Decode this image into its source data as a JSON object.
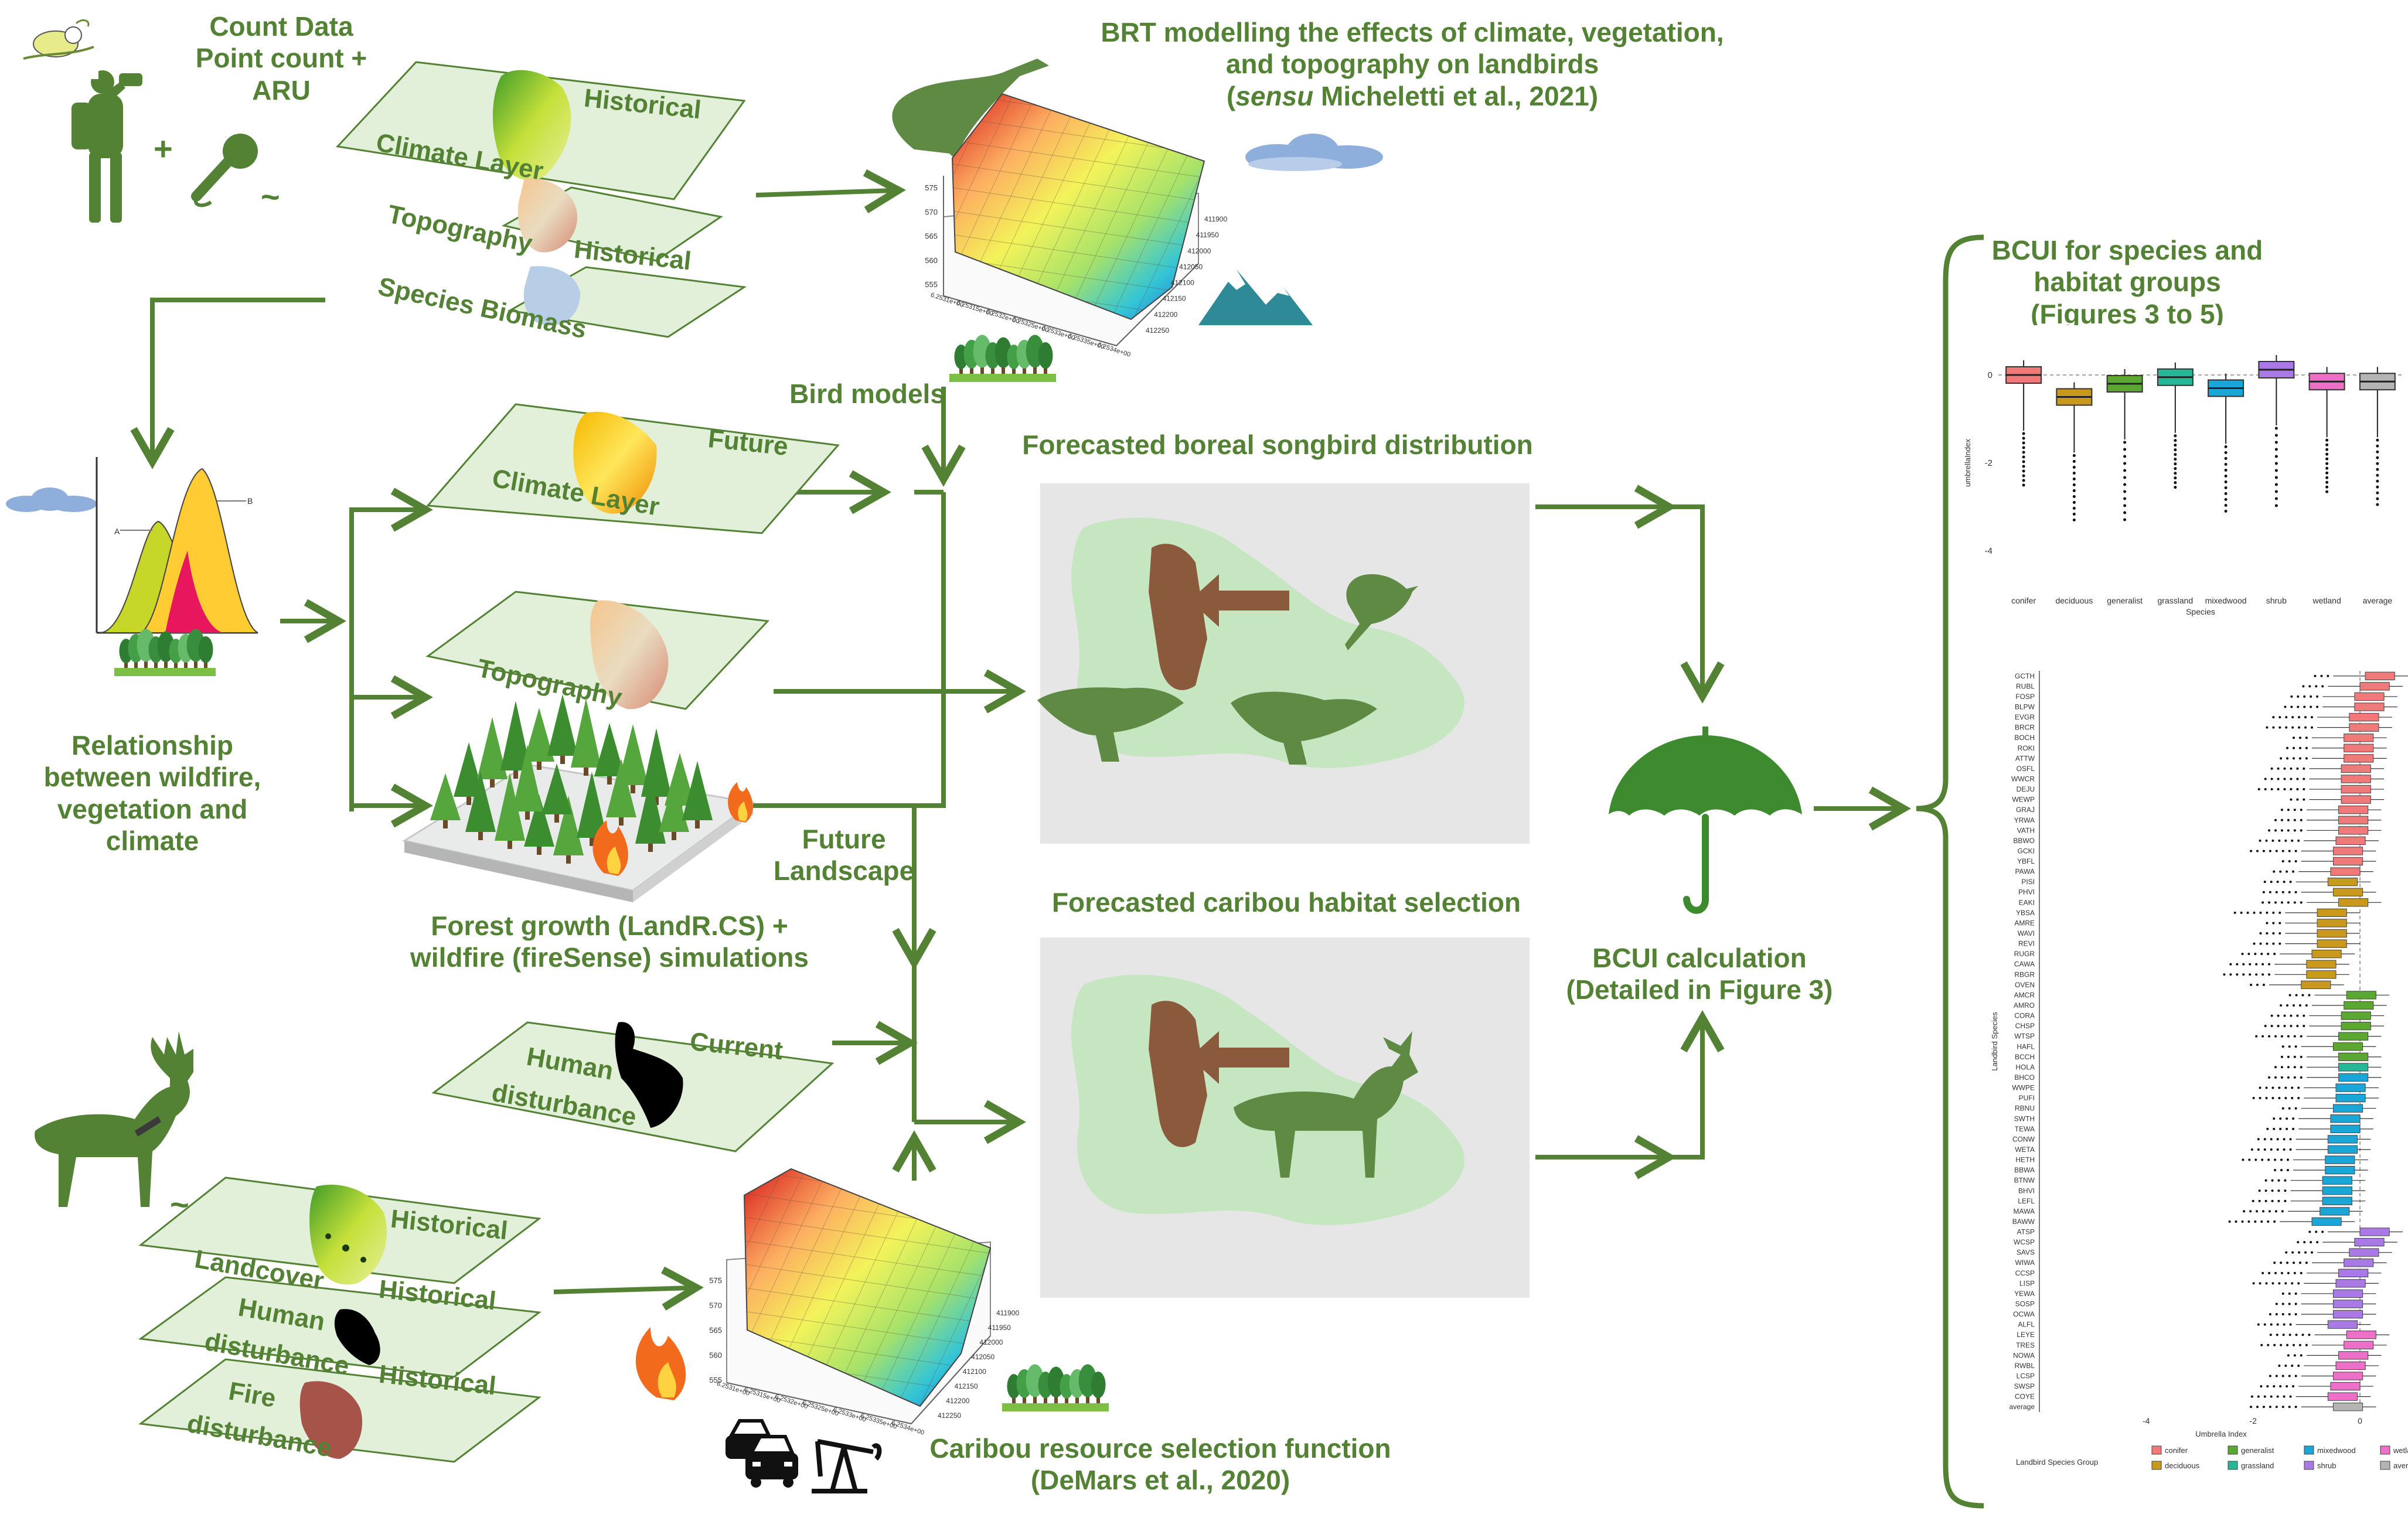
{
  "count_data": {
    "line1": "Count Data",
    "line2": "Point count + ARU",
    "plus": "+",
    "tilde": "~"
  },
  "top_layers": {
    "historical_1": "Historical",
    "climate": "Climate Layer",
    "topography": "Topography",
    "historical_2": "Historical",
    "biomass": "Species Biomass"
  },
  "brt": {
    "line1": "BRT modelling the effects of climate, vegetation,",
    "line2": "and topography on landbirds",
    "line3_italic": "sensu",
    "line3_rest": " Micheletti et al., 2021)",
    "line3_open": "("
  },
  "bird_models": "Bird models",
  "future_layers": {
    "future": "Future",
    "climate": "Climate Layer",
    "topography": "Topography"
  },
  "relationship": {
    "line1": "Relationship",
    "line2": "between wildfire,",
    "line3": "vegetation and",
    "line4": "climate"
  },
  "forest_growth": {
    "line1": "Forest growth (LandR.CS) +",
    "line2": "wildfire (fireSense) simulations"
  },
  "future_landscape": {
    "line1": "Future",
    "line2": "Landscape"
  },
  "songbird_title": "Forecasted boreal songbird distribution",
  "caribou_title": "Forecasted caribou habitat selection",
  "human_current": {
    "current": "Current",
    "line1": "Human",
    "line2": "disturbance"
  },
  "bottom_layers": {
    "historical_1": "Historical",
    "landcover": "Landcover",
    "historical_2": "Historical",
    "human1": "Human",
    "human2": "disturbance",
    "historical_3": "Historical",
    "fire1": "Fire",
    "fire2": "disturbance"
  },
  "caribou_rsf": {
    "line1": "Caribou resource selection function",
    "line2": "(DeMars et al., 2020)"
  },
  "bcui_calc": {
    "line1": "BCUI calculation",
    "line2": "(Detailed in Figure 3)"
  },
  "bcui_species": {
    "line1": "BCUI for species and",
    "line2": "habitat groups",
    "line3": "(Figures 3 to 5)"
  },
  "surface_ticks": {
    "z": [
      "575",
      "570",
      "565",
      "560",
      "555"
    ],
    "y": [
      "411900",
      "411950",
      "412000",
      "412050",
      "412100",
      "412150",
      "412200",
      "412250"
    ],
    "x": [
      "6.2531e+00",
      "6.25315e+00",
      "6.2532e+00",
      "6.25325e+00",
      "6.2533e+00",
      "6.25335e+00",
      "6.2534e+00"
    ]
  },
  "boxplot_top": {
    "ylabel": "umbrellaIndex",
    "xlabel": "Species",
    "yticks": [
      "0",
      "-2",
      "-4"
    ],
    "groups": [
      {
        "name": "conifer",
        "color": "#f07a7a",
        "median": 0.0
      },
      {
        "name": "deciduous",
        "color": "#c8991a",
        "median": -0.5
      },
      {
        "name": "generalist",
        "color": "#5aa832",
        "median": -0.2
      },
      {
        "name": "grassland",
        "color": "#26b896",
        "median": -0.05
      },
      {
        "name": "mixedwood",
        "color": "#1aa6d6",
        "median": -0.3
      },
      {
        "name": "shrub",
        "color": "#a97ae6",
        "median": 0.12
      },
      {
        "name": "wetland",
        "color": "#ee6fc8",
        "median": -0.15
      },
      {
        "name": "average",
        "color": "#b4b4b4",
        "median": -0.15
      }
    ]
  },
  "boxplot_species": {
    "ylabel": "Landbird Species",
    "xlabel": "Umbrella Index",
    "xticks": [
      "-4",
      "-2",
      "0"
    ],
    "legend_title": "Landbird Species Group",
    "legend": [
      "conifer",
      "generalist",
      "mixedwood",
      "wetland",
      "deciduous",
      "grassland",
      "shrub",
      "average"
    ],
    "species": [
      "GCTH",
      "RUBL",
      "FOSP",
      "BLPW",
      "EVGR",
      "BRCR",
      "BOCH",
      "ROKI",
      "ATTW",
      "OSFL",
      "WWCR",
      "DEJU",
      "WEWP",
      "GRAJ",
      "YRWA",
      "VATH",
      "BBWO",
      "GCKI",
      "YBFL",
      "PAWA",
      "PISI",
      "PHVI",
      "EAKI",
      "YBSA",
      "AMRE",
      "WAVI",
      "REVI",
      "RUGR",
      "CAWA",
      "RBGR",
      "OVEN",
      "AMCR",
      "AMRO",
      "CORA",
      "CHSP",
      "WTSP",
      "HAFL",
      "BCCH",
      "HOLA",
      "BHCO",
      "WWPE",
      "PUFI",
      "RBNU",
      "SWTH",
      "TEWA",
      "CONW",
      "WETA",
      "HETH",
      "BBWA",
      "BTNW",
      "BHVI",
      "LEFL",
      "MAWA",
      "BAWW",
      "ATSP",
      "WCSP",
      "SAVS",
      "WIWA",
      "CCSP",
      "LISP",
      "YEWA",
      "SOSP",
      "OCWA",
      "ALFL",
      "LEYE",
      "TRES",
      "NOWA",
      "RWBL",
      "LCSP",
      "SWSP",
      "COYE",
      "average"
    ],
    "groups": [
      "conifer",
      "conifer",
      "conifer",
      "conifer",
      "conifer",
      "conifer",
      "conifer",
      "conifer",
      "conifer",
      "conifer",
      "conifer",
      "conifer",
      "conifer",
      "conifer",
      "conifer",
      "conifer",
      "conifer",
      "conifer",
      "conifer",
      "conifer",
      "deciduous",
      "deciduous",
      "deciduous",
      "deciduous",
      "deciduous",
      "deciduous",
      "deciduous",
      "deciduous",
      "deciduous",
      "deciduous",
      "deciduous",
      "generalist",
      "generalist",
      "generalist",
      "generalist",
      "generalist",
      "generalist",
      "generalist",
      "grassland",
      "mixedwood",
      "mixedwood",
      "mixedwood",
      "mixedwood",
      "mixedwood",
      "mixedwood",
      "mixedwood",
      "mixedwood",
      "mixedwood",
      "mixedwood",
      "mixedwood",
      "mixedwood",
      "mixedwood",
      "mixedwood",
      "mixedwood",
      "shrub",
      "shrub",
      "shrub",
      "shrub",
      "shrub",
      "shrub",
      "shrub",
      "shrub",
      "shrub",
      "shrub",
      "wetland",
      "wetland",
      "wetland",
      "wetland",
      "wetland",
      "wetland",
      "wetland",
      "average"
    ],
    "medians": [
      0.4,
      0.3,
      0.2,
      0.2,
      0.1,
      0.1,
      0.0,
      0.0,
      0.0,
      -0.05,
      -0.05,
      -0.05,
      -0.05,
      -0.1,
      -0.1,
      -0.1,
      -0.15,
      -0.2,
      -0.2,
      -0.25,
      -0.3,
      -0.2,
      -0.1,
      -0.5,
      -0.5,
      -0.5,
      -0.5,
      -0.6,
      -0.7,
      -0.7,
      -0.8,
      0.05,
      0.0,
      -0.05,
      -0.05,
      -0.1,
      -0.2,
      -0.1,
      -0.1,
      -0.1,
      -0.15,
      -0.15,
      -0.2,
      -0.25,
      -0.25,
      -0.3,
      -0.3,
      -0.35,
      -0.35,
      -0.4,
      -0.4,
      -0.4,
      -0.45,
      -0.6,
      0.3,
      0.2,
      0.1,
      0.0,
      -0.1,
      -0.15,
      -0.2,
      -0.2,
      -0.2,
      -0.3,
      0.05,
      0.0,
      -0.1,
      -0.15,
      -0.2,
      -0.25,
      -0.3,
      -0.2
    ]
  },
  "colors": {
    "label_green": "#548235",
    "layer_fill": "#e2f0d9",
    "layer_stroke": "#548235",
    "arrow": "#548235",
    "map_bg": "#e6e6e6",
    "map_land": "#c6e6c2",
    "silhouette": "#5e8a44",
    "brown": "#8b5a3c",
    "umbrella": "#3e8a2e"
  },
  "icons": [
    "birder-icon",
    "microphone-icon",
    "bird-icon",
    "caribou-icon",
    "cloud-icon",
    "mountain-icon",
    "trees-icon",
    "fire-icon",
    "car-icon",
    "oil-pump-icon",
    "umbrella-icon",
    "brace-icon"
  ]
}
